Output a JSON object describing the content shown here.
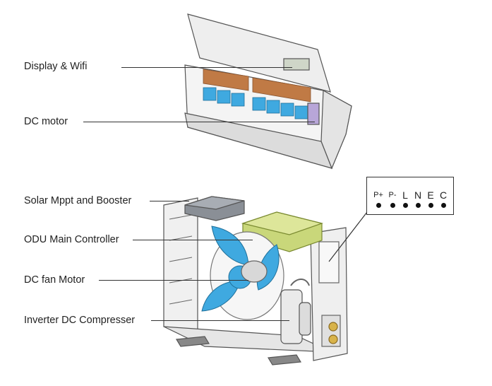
{
  "labels": {
    "display_wifi": "Display & Wifi",
    "dc_motor": "DC motor",
    "solar_mppt": "Solar Mppt and Booster",
    "odu_controller": "ODU Main Controller",
    "dc_fan_motor": "DC fan Motor",
    "compressor": "Inverter DC Compresser"
  },
  "terminals": [
    "P+",
    "P-",
    "L",
    "N",
    "E",
    "C"
  ],
  "colors": {
    "fan_blue": "#3fa9e0",
    "coil_copper": "#c07a45",
    "controller_green": "#c9d77a",
    "line": "#333333"
  }
}
